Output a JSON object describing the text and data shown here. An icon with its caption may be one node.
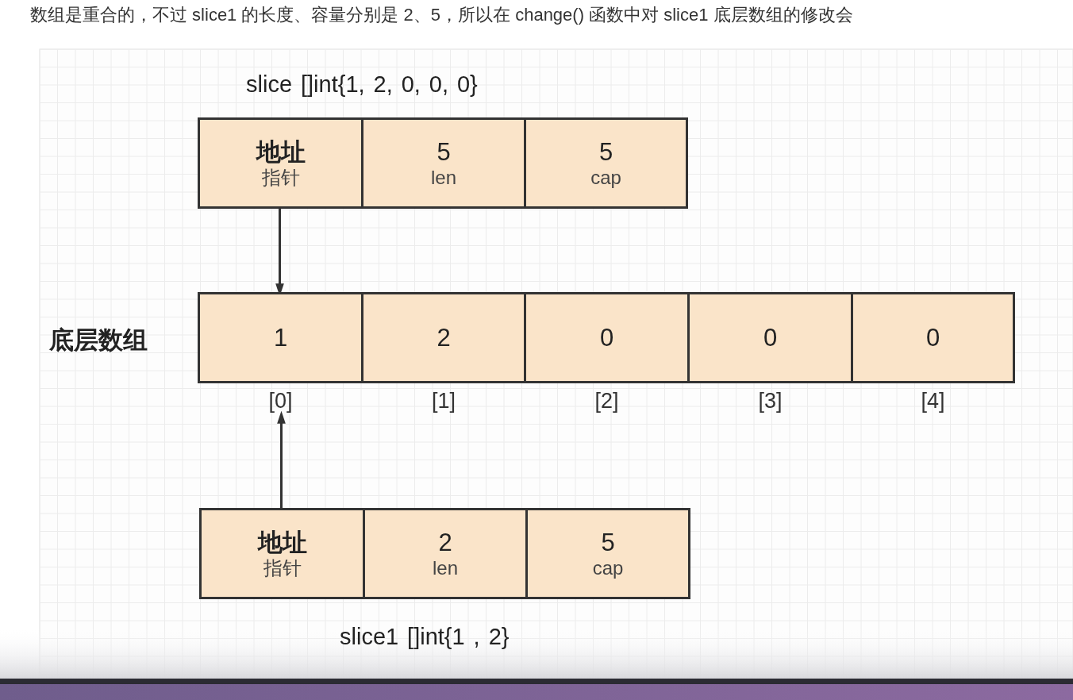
{
  "diagram": {
    "nodes": [
      {
        "text": [
          "地址",
          "指针"
        ]
      },
      {
        "text": [
          "5",
          "len"
        ]
      },
      {
        "text": [
          "5",
          "cap"
        ]
      },
      {
        "text": [
          "1"
        ],
        "beside": [
          "[0]"
        ]
      },
      {
        "text": [
          "2"
        ],
        "beside": [
          "[1]"
        ]
      },
      {
        "text": [
          "0"
        ],
        "beside": [
          "[2]"
        ]
      },
      {
        "text": [
          "0"
        ],
        "beside": [
          "[3]"
        ]
      },
      {
        "text": [
          "0"
        ],
        "beside": [
          "[4]"
        ]
      },
      {
        "text": [
          "地址",
          "指针"
        ]
      },
      {
        "text": [
          "2",
          "len"
        ]
      },
      {
        "text": [
          "5",
          "cap"
        ]
      }
    ],
    "edges": [
      {
        "from": 0,
        "to": 3,
        "arrow": "to"
      },
      {
        "from": 8,
        "to": 3,
        "arrow": "to"
      }
    ],
    "labels": [
      "数组是重合的，不过 slice1 的长度、容量分别是 2、5，所以在 change() 函数中对 slice1 底层数组的修改会",
      "slice []int{1, 2, 0, 0, 0}",
      "底层数组",
      "slice1 []int{1 , 2}"
    ]
  }
}
